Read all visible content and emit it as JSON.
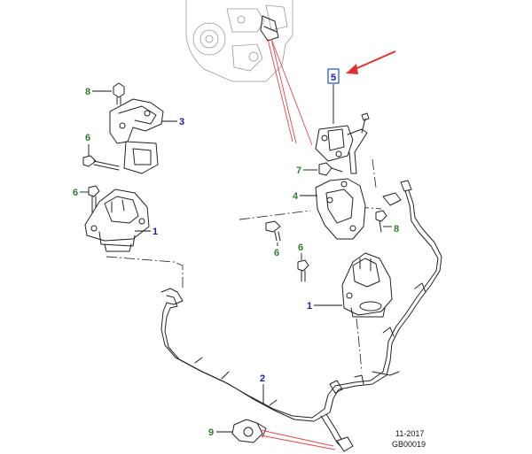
{
  "callouts": {
    "c1a": "1",
    "c1b": "1",
    "c2": "2",
    "c3": "3",
    "c4": "4",
    "c5": "5",
    "c6a": "6",
    "c6b": "6",
    "c6c": "6",
    "c6d": "6",
    "c7": "7",
    "c8a": "8",
    "c8b": "8",
    "c9": "9"
  },
  "footer": {
    "date": "11-2017",
    "code": "GB00019"
  },
  "colors": {
    "callout_green": "#2e7d32",
    "callout_blue": "#1a1aa8",
    "highlight_box": "#1a4fd6",
    "arrow_red": "#e03030"
  }
}
